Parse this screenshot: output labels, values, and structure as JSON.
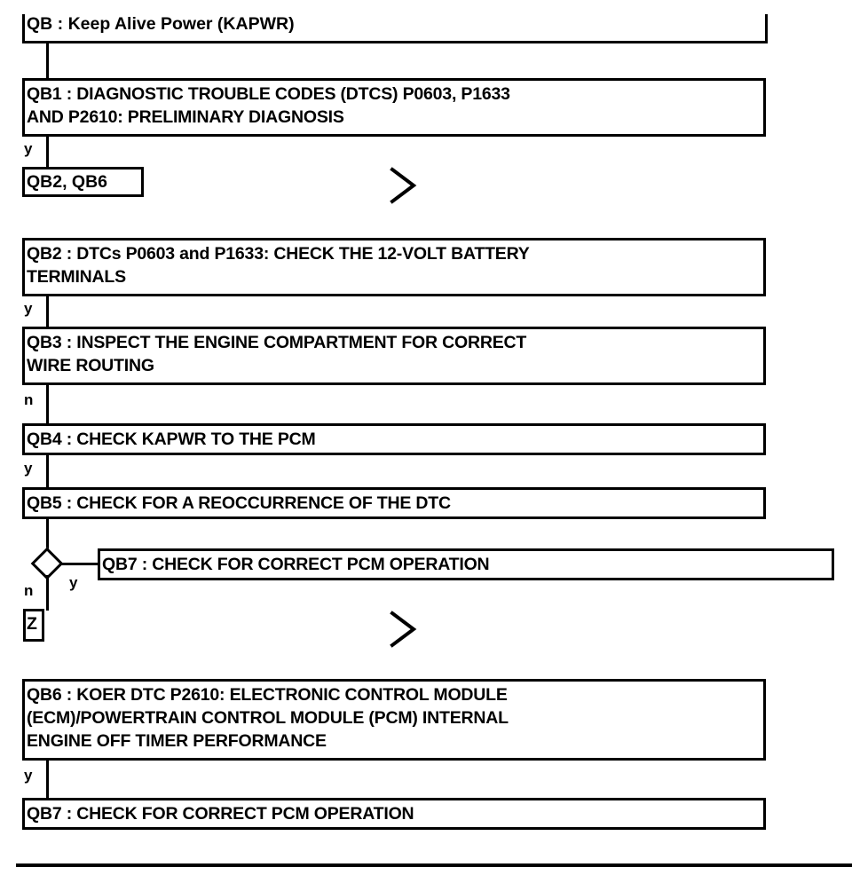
{
  "diagram": {
    "title": "QB : Keep Alive Power (KAPWR)",
    "type": "flowchart",
    "orientation": "top-to-bottom",
    "colors": {
      "stroke": "#000000",
      "fill": "#ffffff",
      "text": "#000000"
    },
    "header": {
      "label": "QB : Keep Alive Power (KAPWR)"
    },
    "nodes": [
      {
        "id": "QB1",
        "shape": "process",
        "label": "QB1 : DIAGNOSTIC TROUBLE CODES (DTCS) P0603, P1633\nAND P2610: PRELIMINARY DIAGNOSIS"
      },
      {
        "id": "QB2_QB6_ref",
        "shape": "connector-tag",
        "label": "QB2, QB6"
      },
      {
        "id": "QB2",
        "shape": "process",
        "label": "QB2 : DTCs P0603 and P1633: CHECK THE 12-VOLT BATTERY\nTERMINALS"
      },
      {
        "id": "QB3",
        "shape": "process",
        "label": "QB3 : INSPECT THE ENGINE COMPARTMENT FOR CORRECT\nWIRE ROUTING"
      },
      {
        "id": "QB4",
        "shape": "process",
        "label": "QB4 : CHECK KAPWR TO THE PCM"
      },
      {
        "id": "QB5",
        "shape": "process",
        "label": "QB5 : CHECK FOR A REOCCURRENCE OF THE DTC"
      },
      {
        "id": "decision1",
        "shape": "decision",
        "label": ""
      },
      {
        "id": "QB7_branch",
        "shape": "process",
        "label": "QB7 : CHECK FOR CORRECT PCM OPERATION"
      },
      {
        "id": "Z_ref",
        "shape": "connector-tag",
        "label": "Z"
      },
      {
        "id": "QB6",
        "shape": "process",
        "label": "QB6 : KOER DTC P2610: ELECTRONIC CONTROL MODULE\n(ECM)/POWERTRAIN CONTROL MODULE (PCM) INTERNAL\nENGINE OFF TIMER PERFORMANCE"
      },
      {
        "id": "QB7",
        "shape": "process",
        "label": "QB7 : CHECK FOR CORRECT PCM OPERATION"
      }
    ],
    "branch_labels": {
      "qb1_to_tag": "y",
      "qb2_to_qb3": "y",
      "qb3_to_qb4": "n",
      "qb4_to_qb5": "y",
      "decision_no": "n",
      "decision_yes": "y",
      "qb6_to_qb7": "y"
    },
    "markers": {
      "chevron": "›",
      "chevron_name": "page-break-chevron"
    }
  }
}
